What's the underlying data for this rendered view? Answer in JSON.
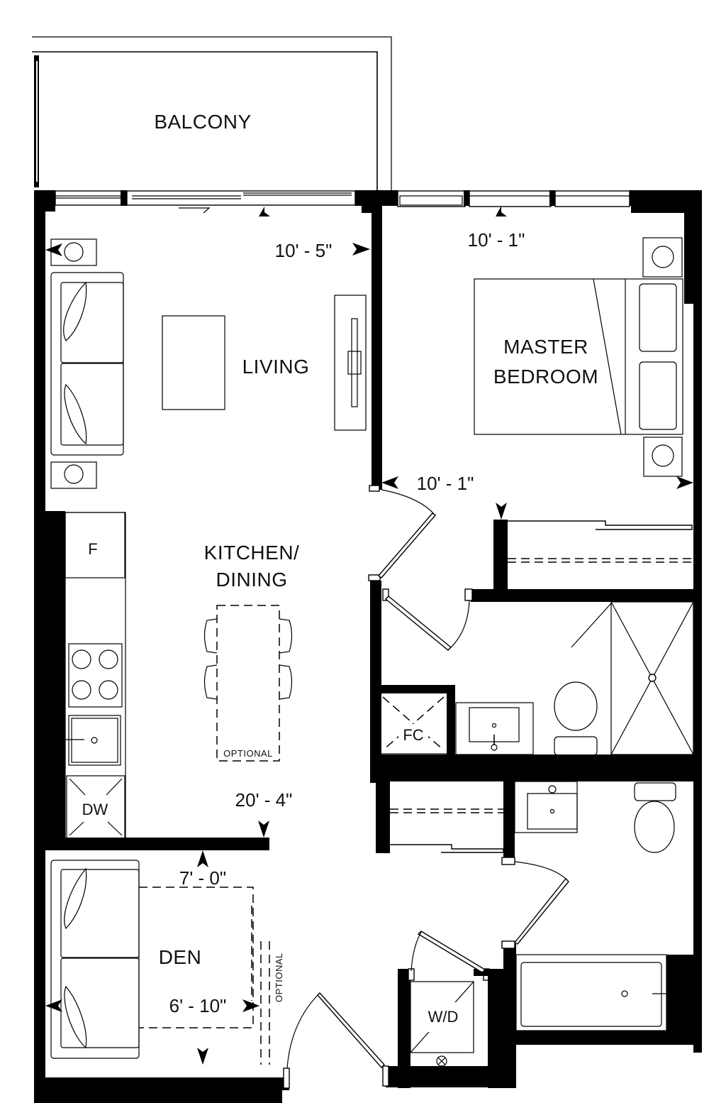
{
  "rooms": {
    "balcony": "BALCONY",
    "living": "LIVING",
    "master_bedroom_line1": "MASTER",
    "master_bedroom_line2": "BEDROOM",
    "kitchen_line1": "KITCHEN/",
    "kitchen_line2": "DINING",
    "den": "DEN"
  },
  "dimensions": {
    "living_width": "10' - 5\"",
    "bedroom_top": "10' - 1\"",
    "bedroom_side": "10' - 1\"",
    "living_kitchen_length": "20' - 4\"",
    "den_depth": "7' - 0\"",
    "den_width": "6' - 10\""
  },
  "fixtures": {
    "fridge": "F",
    "dishwasher": "DW",
    "furnace_closet": "FC",
    "washer_dryer": "W/D",
    "dining_optional": "OPTIONAL",
    "den_wall_optional": "OPTIONAL"
  },
  "colors": {
    "wall": "#000000",
    "background": "#ffffff",
    "line": "#000000"
  }
}
